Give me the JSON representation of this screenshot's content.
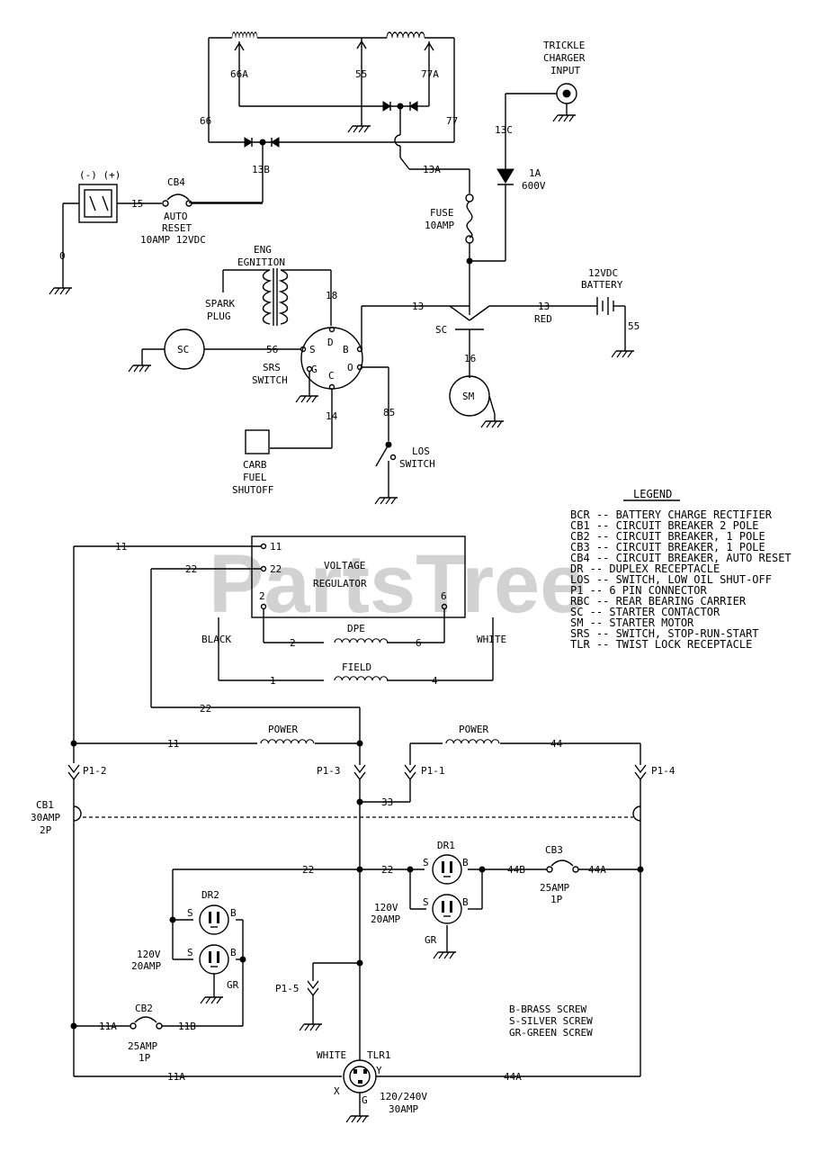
{
  "watermark": "PartsTree",
  "upper": {
    "charger_input": [
      "TRICKLE",
      "CHARGER",
      "INPUT"
    ],
    "tap_66A": "66A",
    "tap_55": "55",
    "tap_77A": "77A",
    "w66": "66",
    "w77": "77",
    "w13C": "13C",
    "w13B": "13B",
    "w13A": "13A",
    "w15": "15",
    "w0": "0",
    "polarity": "(-)  (+)",
    "cb4": "CB4",
    "cb4_desc": [
      "AUTO",
      "RESET",
      "10AMP  12VDC"
    ],
    "diode": [
      "1A",
      "600V"
    ],
    "fuse": [
      "FUSE",
      "10AMP"
    ],
    "eng_ignition": [
      "ENG",
      "EGNITION"
    ],
    "spark_plug": [
      "SPARK",
      "PLUG"
    ],
    "w18": "18",
    "w13": "13",
    "w13b": "13",
    "red": "RED",
    "battery": [
      "12VDC",
      "BATTERY"
    ],
    "w55": "55",
    "sc": "SC",
    "sc_coil": "SC",
    "w56": "56",
    "srs_switch": [
      "SRS",
      "SWITCH"
    ],
    "srs_pins": {
      "D": "D",
      "S": "S",
      "G": "G",
      "C": "C",
      "B": "B",
      "O": "O"
    },
    "w14": "14",
    "w85": "85",
    "w16": "16",
    "sm": "SM",
    "los_switch": [
      "LOS",
      "SWITCH"
    ],
    "carb": [
      "CARB",
      "FUEL",
      "SHUTOFF"
    ]
  },
  "legend": {
    "title": "LEGEND",
    "items": [
      "BCR -- BATTERY CHARGE RECTIFIER",
      "CB1 -- CIRCUIT BREAKER 2 POLE",
      "CB2 -- CIRCUIT BREAKER, 1 POLE",
      "CB3 -- CIRCUIT BREAKER, 1 POLE",
      "CB4 -- CIRCUIT BREAKER, AUTO RESET",
      "DR  -- DUPLEX RECEPTACLE",
      "LOS -- SWITCH, LOW OIL SHUT-OFF",
      "P1  -- 6 PIN CONNECTOR",
      "RBC -- REAR BEARING CARRIER",
      "SC  -- STARTER CONTACTOR",
      "SM  -- STARTER MOTOR",
      "SRS -- SWITCH, STOP-RUN-START",
      "TLR -- TWIST LOCK RECEPTACLE"
    ]
  },
  "lower": {
    "vr_title": [
      "VOLTAGE",
      "REGULATOR"
    ],
    "vr_pin11": "11",
    "vr_pin22": "22",
    "vr_pin2": "2",
    "vr_pin6": "6",
    "w11_top": "11",
    "w22_top": "22",
    "black": "BLACK",
    "white_lbl": "WHITE",
    "dpe": "DPE",
    "dpe_2": "2",
    "dpe_6": "6",
    "field": "FIELD",
    "field_1": "1",
    "field_4": "4",
    "w22_mid": "22",
    "power_left": "POWER",
    "w11_power": "11",
    "power_right": "POWER",
    "w44_power": "44",
    "p1_2": "P1-2",
    "p1_3": "P1-3",
    "p1_1": "P1-1",
    "p1_4": "P1-4",
    "w33": "33",
    "cb1": [
      "CB1",
      "30AMP",
      "2P"
    ],
    "w22_a": "22",
    "w22_b": "22",
    "dr1": "DR1",
    "dr2": "DR2",
    "w44B": "44B",
    "cb3": "CB3",
    "w44A": "44A",
    "cb3_rating": [
      "25AMP",
      "1P"
    ],
    "dr1_rating": [
      "120V",
      "20AMP"
    ],
    "dr2_rating": [
      "120V",
      "20AMP"
    ],
    "gr": "GR",
    "gr2": "GR",
    "pin_s": "S",
    "pin_b": "B",
    "p1_5": "P1-5",
    "cb2": "CB2",
    "w11A": "11A",
    "w11B": "11B",
    "cb2_rating": [
      "25AMP",
      "1P"
    ],
    "screws": [
      "B-BRASS SCREW",
      "S-SILVER SCREW",
      "GR-GREEN SCREW"
    ],
    "white_tlr": "WHITE",
    "tlr1": "TLR1",
    "tlr_x": "X",
    "tlr_y": "Y",
    "tlr_g": "G",
    "w11A_bot": "11A",
    "w44A_bot": "44A",
    "tlr_rating": [
      "120/240V",
      "30AMP"
    ]
  }
}
